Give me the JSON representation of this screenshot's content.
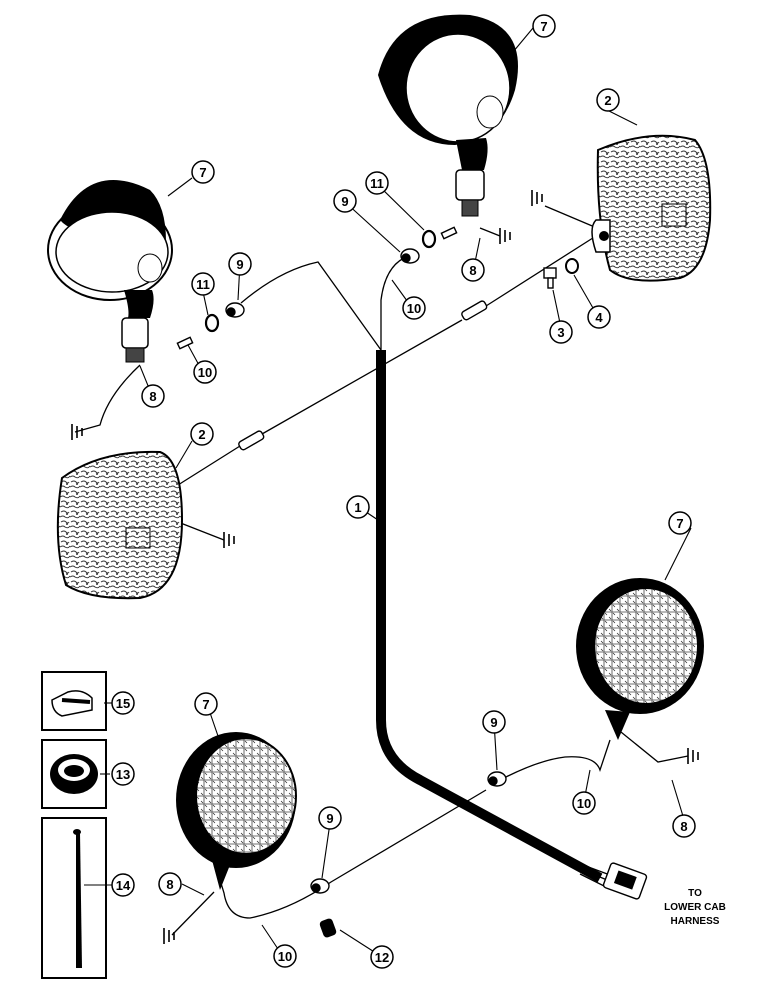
{
  "callouts": {
    "c1": "1",
    "c2a": "2",
    "c2b": "2",
    "c3": "3",
    "c4": "4",
    "c7a": "7",
    "c7b": "7",
    "c7c": "7",
    "c7d": "7",
    "c8a": "8",
    "c8b": "8",
    "c8c": "8",
    "c8d": "8",
    "c9a": "9",
    "c9b": "9",
    "c9c": "9",
    "c9d": "9",
    "c10a": "10",
    "c10b": "10",
    "c10c": "10",
    "c10d": "10",
    "c11a": "11",
    "c11b": "11",
    "c12": "12",
    "c13": "13",
    "c14": "14",
    "c15": "15"
  },
  "note": {
    "line1": "TO",
    "line2": "LOWER CAB",
    "line3": "HARNESS"
  }
}
